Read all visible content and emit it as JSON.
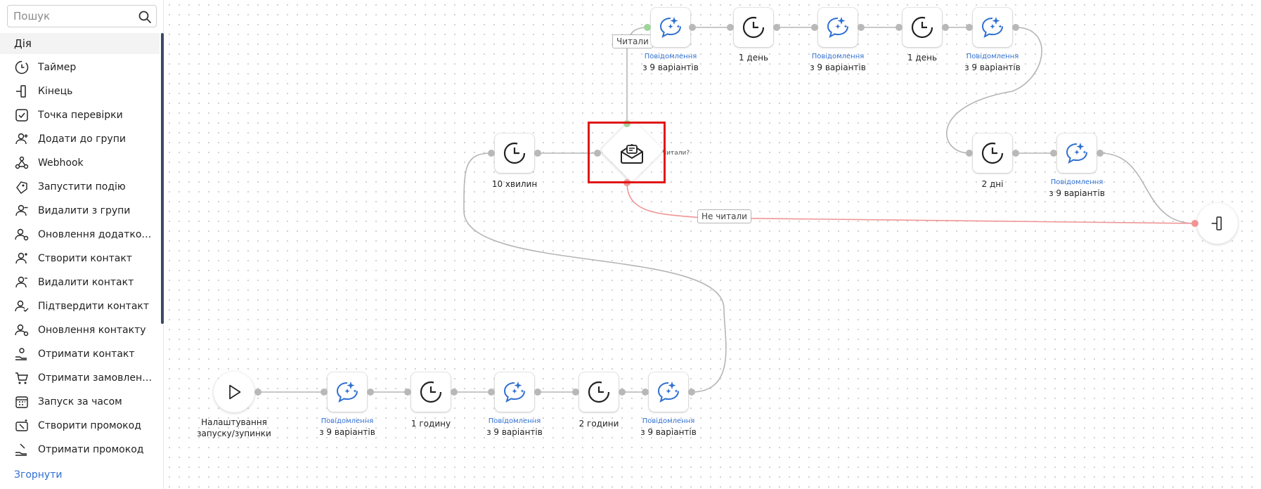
{
  "sidebar": {
    "search_placeholder": "Пошук",
    "section": "Дія",
    "items": [
      {
        "label": "Таймер",
        "icon": "timer-icon"
      },
      {
        "label": "Кінець",
        "icon": "end-icon"
      },
      {
        "label": "Точка перевірки",
        "icon": "checkpoint-icon"
      },
      {
        "label": "Додати до групи",
        "icon": "add-to-group-icon"
      },
      {
        "label": "Webhook",
        "icon": "webhook-icon"
      },
      {
        "label": "Запустити подію",
        "icon": "trigger-event-icon"
      },
      {
        "label": "Видалити з групи",
        "icon": "remove-from-group-icon"
      },
      {
        "label": "Оновлення додаткови...",
        "icon": "update-additional-icon"
      },
      {
        "label": "Створити контакт",
        "icon": "create-contact-icon"
      },
      {
        "label": "Видалити контакт",
        "icon": "delete-contact-icon"
      },
      {
        "label": "Підтвердити контакт",
        "icon": "confirm-contact-icon"
      },
      {
        "label": "Оновлення контакту",
        "icon": "update-contact-icon"
      },
      {
        "label": "Отримати контакт",
        "icon": "get-contact-icon"
      },
      {
        "label": "Отримати замовлення",
        "icon": "get-order-icon"
      },
      {
        "label": "Запуск за часом",
        "icon": "calendar-icon"
      },
      {
        "label": "Створити промокод",
        "icon": "create-promo-icon"
      },
      {
        "label": "Отримати промокод",
        "icon": "get-promo-icon"
      }
    ],
    "collapse_label": "Згорнути"
  },
  "flow": {
    "start_line1": "Налаштування",
    "start_line2": "запуску/зупинки",
    "message_title": "Повідомлення",
    "message_variants": "з 9 варіантів",
    "timer_1h": "1 годину",
    "timer_2h": "2 години",
    "timer_10m": "10 хвилин",
    "timer_1d": "1 день",
    "timer_2d": "2 дні",
    "condition_label": "Читали?",
    "branch_read": "Читали",
    "branch_unread": "Не читали"
  },
  "colors": {
    "accent": "#2f6fd1",
    "selection": "#e01717",
    "wire": "#b5b5b5",
    "wire_unread": "#f09595",
    "port_read": "#9fd49a"
  }
}
